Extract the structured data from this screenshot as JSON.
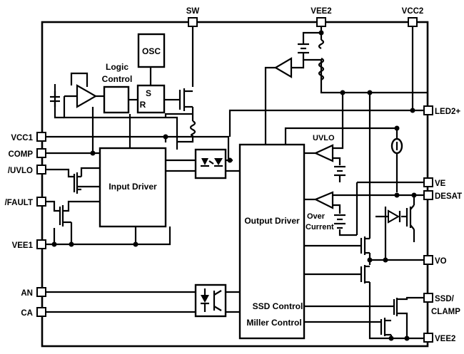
{
  "pins": {
    "sw": "SW",
    "vee2_top": "VEE2",
    "vcc2": "VCC2",
    "vcc1": "VCC1",
    "comp": "COMP",
    "uvlo_in": "/UVLO",
    "fault": "/FAULT",
    "vee1": "VEE1",
    "an": "AN",
    "ca": "CA",
    "led2": "LED2+",
    "ve": "VE",
    "desat": "DESAT",
    "vo": "VO",
    "ssd_clamp_1": "SSD/",
    "ssd_clamp_2": "CLAMP",
    "vee2_bottom": "VEE2"
  },
  "blocks": {
    "osc": "OSC",
    "logic_control_1": "Logic",
    "logic_control_2": "Control",
    "latch_s": "S",
    "latch_r": "R",
    "input_driver": "Input Driver",
    "output_driver": "Output Driver",
    "ssd_control": "SSD Control",
    "miller_control": "Miller Control",
    "uvlo": "UVLO",
    "over_current_1": "Over",
    "over_current_2": "Current"
  },
  "icons": {
    "optocoupler": "optocoupler-icon",
    "comparator": "comparator-icon",
    "transistor": "transistor-icon",
    "inductor": "inductor-icon",
    "capacitor": "capacitor-icon",
    "voltage_reference": "battery-icon",
    "diode": "diode-icon",
    "current_source": "current-source-icon"
  }
}
